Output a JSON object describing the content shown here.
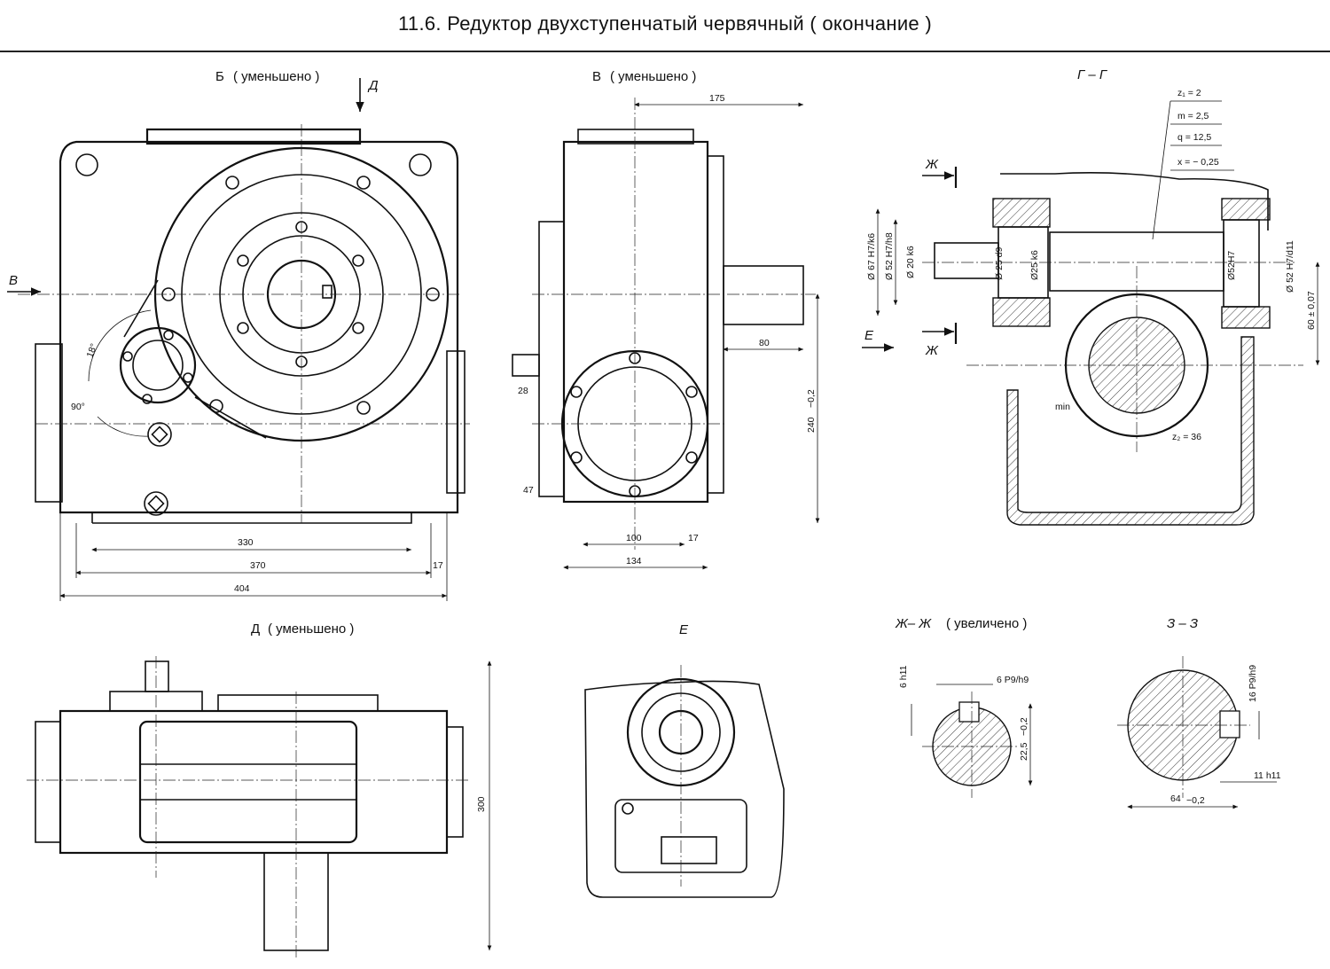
{
  "title": "11.6. Редуктор двухступенчатый червячный ( окончание )",
  "views": {
    "b": {
      "label": "Б",
      "note": "( уменьшено )",
      "arrow_d": "Д",
      "arrow_v": "В",
      "angle_a": "18°",
      "angle_b": "90°",
      "dims": [
        "330",
        "370",
        "17",
        "404"
      ]
    },
    "v": {
      "label": "В",
      "note": "( уменьшено )",
      "dims": [
        "175",
        "80",
        "28",
        "47",
        "240",
        "−0,2",
        "100",
        "17",
        "134"
      ]
    },
    "gg": {
      "label": "Г – Г",
      "params": [
        "z₁ = 2",
        "m = 2,5",
        "q = 12,5",
        "x = − 0,25"
      ],
      "arrow_zh_top": "Ж",
      "arrow_zh_bottom": "Ж",
      "arrow_e": "Е",
      "fits": [
        "Ø 67 H7/k6",
        "Ø 52 H7/h8",
        "Ø 20 k6",
        "Ø 25 d9",
        "Ø25 k6",
        "Ø52H7",
        "Ø 52 H7/d11",
        "60 ± 0,07"
      ],
      "min": "min",
      "z2": "z₂ = 36"
    },
    "d": {
      "label": "Д",
      "note": "( уменьшено )",
      "dim": "300"
    },
    "e": {
      "label": "Е"
    },
    "zhzh": {
      "label": "Ж– Ж",
      "note": "( увеличено )",
      "dims": [
        "6 h11",
        "6 P9/h9",
        "22,5",
        "−0,2"
      ]
    },
    "zz": {
      "label": "З – З",
      "dims": [
        "16 P9/h9",
        "11 h11",
        "64",
        "−0,2"
      ]
    }
  }
}
